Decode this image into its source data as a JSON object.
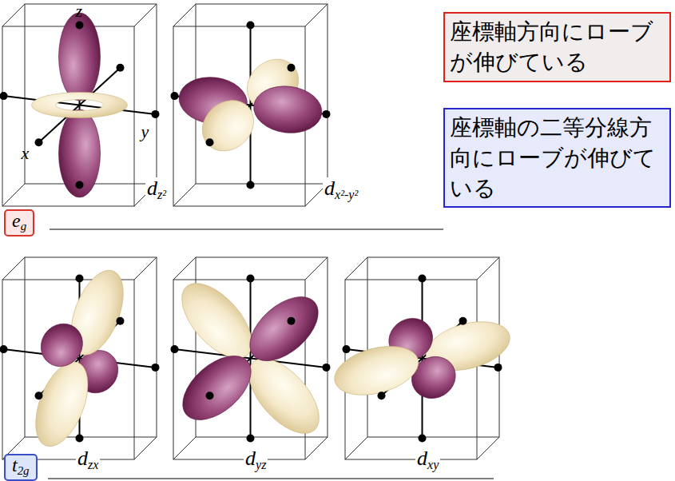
{
  "diagram": {
    "nodes": [
      {
        "text": [
          "座標軸方向にローブが伸びている"
        ]
      },
      {
        "text": [
          "座標軸の二等分線方向にローブが伸びている"
        ]
      },
      {
        "text": [
          "eg"
        ]
      },
      {
        "text": [
          "t2g"
        ]
      }
    ],
    "labels": [
      "z",
      "x",
      "y",
      "dz²",
      "dx²-y²",
      "dzx",
      "dyz",
      "dxy"
    ]
  }
}
